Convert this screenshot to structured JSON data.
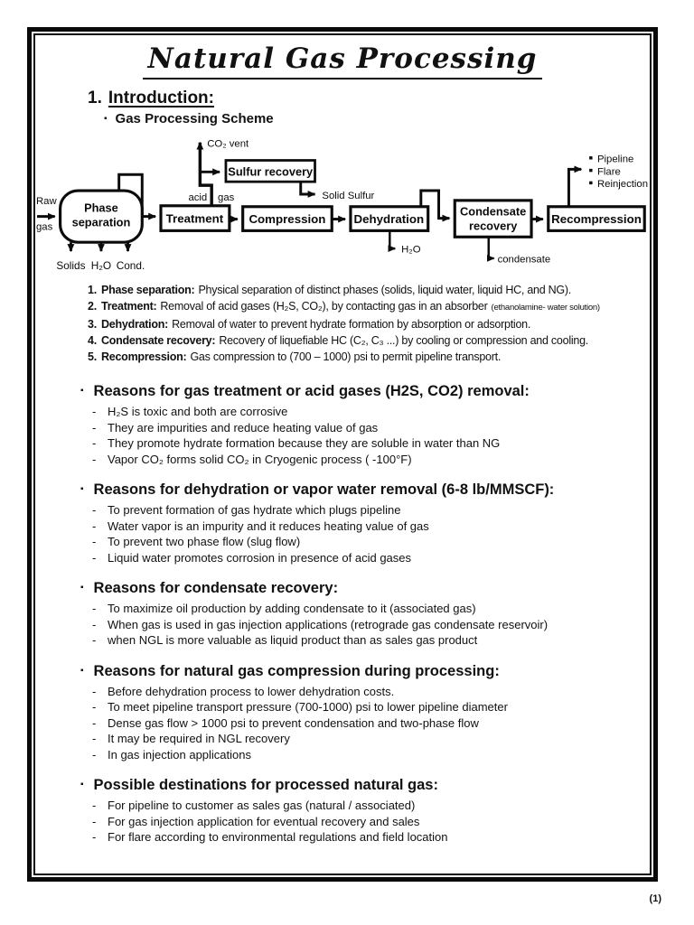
{
  "page": {
    "title": "Natural Gas Processing",
    "page_number": "(1)"
  },
  "marks": {
    "square_bullet": "▪",
    "dash": "-"
  },
  "intro": {
    "number": "1.",
    "heading": "Introduction:",
    "subheading": "Gas Processing Scheme"
  },
  "diagram": {
    "raw_gas_line1": "Raw",
    "raw_gas_line2": "gas",
    "phase_separation_line1": "Phase",
    "phase_separation_line2": "separation",
    "solids_label": "Solids",
    "water_label": "H₂O",
    "cond_label": "Cond.",
    "co2_vent_label": "CO₂ vent",
    "acid_label": "acid",
    "gas_label": "gas",
    "sulfur_recovery_label": "Sulfur recovery",
    "solid_sulfur_label": "Solid Sulfur",
    "treatment_label": "Treatment",
    "compression_label": "Compression",
    "dehydration_label": "Dehydration",
    "dehydration_water_label": "H₂O",
    "condensate_recovery_line1": "Condensate",
    "condensate_recovery_line2": "recovery",
    "condensate_label": "condensate",
    "recompression_label": "Recompression",
    "destinations": [
      "Pipeline",
      "Flare",
      "Reinjection"
    ]
  },
  "process_steps": [
    {
      "number": "1.",
      "term": "Phase separation:",
      "desc": "Physical separation of distinct phases (solids, liquid water, liquid HC, and NG).",
      "note": ""
    },
    {
      "number": "2.",
      "term": "Treatment:",
      "desc": "Removal of acid gases (H₂S, CO₂), by contacting gas in an absorber",
      "note": "(ethanolamine- water solution)"
    },
    {
      "number": "3.",
      "term": "Dehydration:",
      "desc": "Removal of water to prevent hydrate formation by absorption or adsorption.",
      "note": ""
    },
    {
      "number": "4.",
      "term": "Condensate recovery:",
      "desc": "Recovery of liquefiable HC (C₂, C₃ ...) by cooling or compression and cooling.",
      "note": ""
    },
    {
      "number": "5.",
      "term": "Recompression:",
      "desc": "Gas compression to (700 – 1000) psi to permit pipeline transport.",
      "note": ""
    }
  ],
  "sections": [
    {
      "heading": "Reasons for gas treatment or acid gases (H2S, CO2) removal:",
      "items": [
        "H₂S is toxic and both are corrosive",
        "They are impurities and reduce heating value of gas",
        "They promote hydrate formation because they are soluble in water than NG",
        "Vapor CO₂ forms solid CO₂ in Cryogenic process ( -100°F)"
      ]
    },
    {
      "heading": "Reasons for dehydration or vapor water removal (6-8 lb/MMSCF):",
      "items": [
        "To prevent formation of gas hydrate which plugs pipeline",
        "Water vapor is an impurity and it reduces heating value of gas",
        "To prevent two phase flow (slug flow)",
        "Liquid water promotes corrosion in presence of acid gases"
      ]
    },
    {
      "heading": "Reasons for condensate recovery:",
      "items": [
        "To maximize oil production by adding condensate to it (associated gas)",
        "When gas is used in gas injection applications (retrograde gas condensate reservoir)",
        "when NGL is more valuable as liquid product than as sales gas product"
      ]
    },
    {
      "heading": "Reasons for natural gas compression during processing:",
      "items": [
        "Before dehydration process to lower dehydration costs.",
        "To meet pipeline transport pressure (700-1000) psi to lower pipeline diameter",
        "Dense gas flow > 1000 psi to prevent condensation and two-phase flow",
        "It may be required in NGL recovery",
        "In gas injection applications"
      ]
    },
    {
      "heading": "Possible destinations for processed natural gas:",
      "items": [
        "For pipeline to customer as sales gas (natural / associated)",
        "For gas injection application for eventual recovery and sales",
        "For flare according to environmental regulations and field location"
      ]
    }
  ]
}
